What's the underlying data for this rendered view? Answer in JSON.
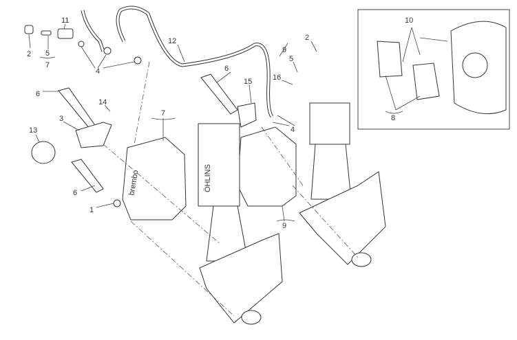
{
  "diagram": {
    "callouts": [
      "2",
      "11",
      "5",
      "7",
      "12",
      "4",
      "6",
      "14",
      "3",
      "13",
      "7",
      "6",
      "1",
      "6",
      "15",
      "9",
      "5",
      "2",
      "16",
      "4",
      "9",
      "10",
      "8"
    ],
    "caliper_brand": "brembo",
    "fork_brand": "ÖHLINS"
  }
}
